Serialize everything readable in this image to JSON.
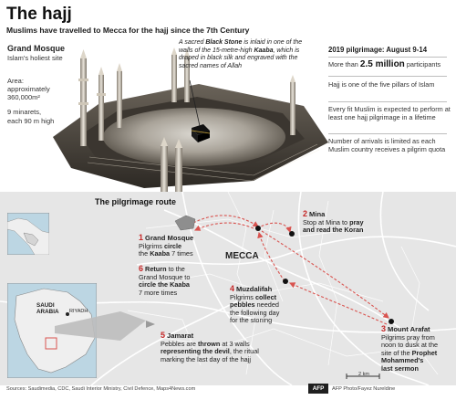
{
  "header": {
    "title": "The hajj",
    "subtitle": "Muslims have travelled to Mecca for the hajj since the 7th Century"
  },
  "grand_mosque": {
    "name": "Grand Mosque",
    "sub": "Islam's holiest site",
    "area_label": "Area:",
    "area_approx": "approximately",
    "area_value": "360,000m²",
    "minarets_1": "9 minarets,",
    "minarets_2": "each 90 m high"
  },
  "black_stone": {
    "pre": "A sacred ",
    "bold": "Black Stone",
    "post": " is inlaid in one of the walls of the 15-metre-high ",
    "kaaba": "Kaaba",
    "tail": ", which is draped in black silk and engraved with the sacred names of Allah"
  },
  "pilgrimage_facts": {
    "title": "2019 pilgrimage: August 9-14",
    "f1_pre": "More than ",
    "f1_big": "2.5 million",
    "f1_post": " participants",
    "f2": "Hajj is one of the five pillars of Islam",
    "f3": "Every fit Muslim is expected to perform at least one hajj pilgrimage in a lifetime",
    "f4": "Number of arrivals is limited as each Muslim country receives a pilgrim quota"
  },
  "route": {
    "title": "The pilgrimage route",
    "city": "MECCA",
    "scale": "2 km"
  },
  "steps": {
    "s1_num": "1",
    "s1_hd": "Grand Mosque",
    "s1_a": "Pilgrims ",
    "s1_b": "circle",
    "s1_c": "the",
    "s1_d": "Kaaba",
    "s1_e": " 7 times",
    "s2_num": "2",
    "s2_hd": "Mina",
    "s2_a": "Stop at Mina to ",
    "s2_b": "pray",
    "s2_c": "and read the Koran",
    "s3_num": "3",
    "s3_hd": "Mount Arafat",
    "s3_a": "Pilgrims pray from",
    "s3_b": "noon to dusk at the",
    "s3_c": "site of the ",
    "s3_d": "Prophet",
    "s3_e": "Mohammed's",
    "s3_f": "last sermon",
    "s4_num": "4",
    "s4_hd": "Muzdalifah",
    "s4_a": "Pilgrims ",
    "s4_b": "collect",
    "s4_c": "pebbles",
    "s4_d": " needed",
    "s4_e": "the following day",
    "s4_f": "for the stoning",
    "s5_num": "5",
    "s5_hd": "Jamarat",
    "s5_a": "Pebbles are ",
    "s5_b": "thrown",
    "s5_c": " at 3 walls",
    "s5_d": "representing the devil",
    "s5_e": ", the ritual",
    "s5_f": "marking the last day of the hajj",
    "s6_num": "6",
    "s6_hd": "Return",
    "s6_a": " to the",
    "s6_b": "Grand Mosque to",
    "s6_c": "circle the Kaaba",
    "s6_d": "7 more times"
  },
  "locator": {
    "country": "SAUDI",
    "country2": "ARABIA",
    "capital": "RIYADH"
  },
  "footer": {
    "sources": "Sources: Saudimedia, CDC, Saudi Interior Ministry, Civil Defence, Maps4News.com",
    "credit": "AFP Photo/Fayez Nureldine",
    "brand": "AFP"
  },
  "colors": {
    "accent_red": "#c62828",
    "route_dash": "#d9534f",
    "map_bg": "#e7e7e7",
    "water": "#bcd6e3",
    "land": "#efefef"
  }
}
